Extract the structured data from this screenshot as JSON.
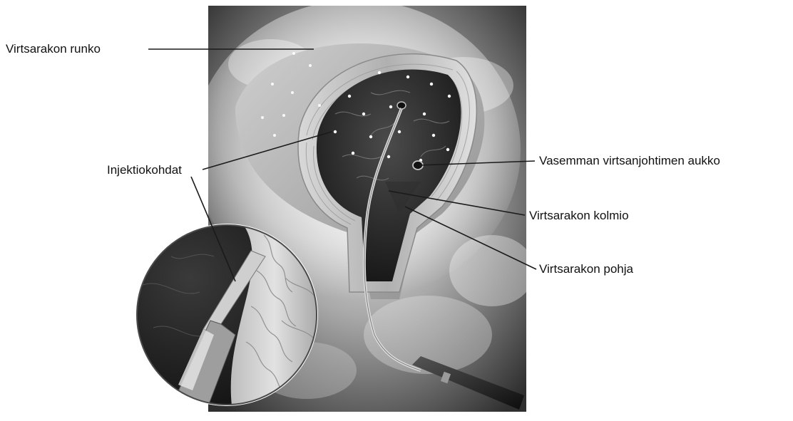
{
  "figure": {
    "description_free": true,
    "labels": {
      "bladder_body": "Virtsarakon runko",
      "injection_sites": "Injektiokohdat",
      "left_ureter_orifice": "Vasemman virtsanjohtimen aukko",
      "trigone": "Virtsarakon kolmio",
      "bladder_base": "Virtsarakon pohja"
    },
    "colors": {
      "background": "#ffffff",
      "label_text": "#111111",
      "leader_line": "#1a1a1a"
    },
    "icons": {
      "needle": "needle-icon",
      "cystoscope": "cystoscope-icon"
    }
  }
}
